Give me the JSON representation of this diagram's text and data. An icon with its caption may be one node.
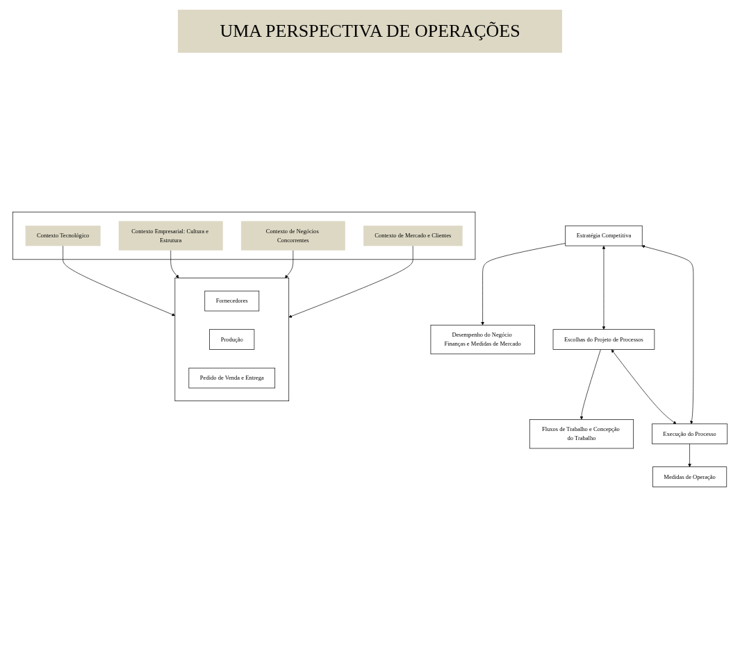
{
  "diagram": {
    "title": "UMA PERSPECTIVA DE OPERAÇÕES",
    "nodes": [
      {
        "text": [
          "Estratégia Competitiva"
        ]
      },
      {
        "text": [
          "Desempenho do Negócio Finanças e Medidas de Mercado"
        ]
      },
      {
        "text": [
          "Fluxos de Trabalho e Concepção do Trabalho"
        ]
      },
      {
        "text": [
          "Escolhas do Projeto de Processos"
        ]
      },
      {
        "text": [
          "Execução do Processo"
        ]
      },
      {
        "text": [
          "Medidas de Operação"
        ]
      },
      {
        "text": [],
        "shape": "box"
      },
      {
        "text": [
          "Contexto Tecnológico"
        ],
        "in": 6
      },
      {
        "text": [
          "Contexto Empresarial: Cultura e Estrutura"
        ],
        "in": 6
      },
      {
        "text": [
          "Contexto de Negócios Concorrentes"
        ],
        "in": 6
      },
      {
        "text": [
          "Contexto de Mercado e Clientes"
        ],
        "in": 6
      },
      {
        "text": [],
        "shape": "box"
      },
      {
        "text": [
          "Fornecedores"
        ],
        "in": 11
      },
      {
        "text": [
          "Produção"
        ],
        "in": 11
      },
      {
        "text": [
          "Pedido de Venda e Entrega"
        ],
        "in": 11
      }
    ],
    "edges": [
      {
        "from": 0,
        "to": 1,
        "arrow": "to"
      },
      {
        "from": 0,
        "to": 3,
        "arrow": "both"
      },
      {
        "from": 0,
        "to": 4,
        "arrow": "both"
      },
      {
        "from": 3,
        "to": 2,
        "arrow": "to"
      },
      {
        "from": 3,
        "to": 4,
        "arrow": "both"
      },
      {
        "from": 4,
        "to": 5,
        "arrow": "to"
      },
      {
        "from": 7,
        "to": 11,
        "arrow": "to"
      },
      {
        "from": 8,
        "to": 11,
        "arrow": "to"
      },
      {
        "from": 9,
        "to": 11,
        "arrow": "to"
      },
      {
        "from": 10,
        "to": 11,
        "arrow": "to"
      }
    ]
  }
}
